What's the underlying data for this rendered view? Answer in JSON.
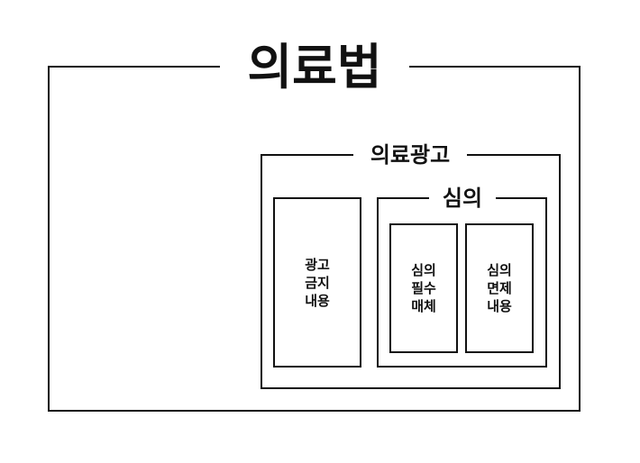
{
  "diagram": {
    "outer": {
      "title": "의료법"
    },
    "advertising": {
      "title": "의료광고"
    },
    "review": {
      "title": "심의"
    },
    "boxes": {
      "prohibited": {
        "lines": [
          "광고",
          "금지",
          "내용"
        ]
      },
      "required": {
        "lines": [
          "심의",
          "필수",
          "매체"
        ]
      },
      "exempt": {
        "lines": [
          "심의",
          "면제",
          "내용"
        ]
      }
    }
  }
}
